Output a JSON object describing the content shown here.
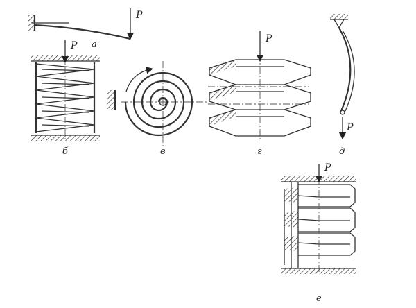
{
  "load_label": "P",
  "panels": {
    "a": {
      "label": "а"
    },
    "b": {
      "label": "б"
    },
    "v": {
      "label": "в"
    },
    "g": {
      "label": "г"
    },
    "d": {
      "label": "д"
    },
    "e": {
      "label": "е"
    }
  }
}
